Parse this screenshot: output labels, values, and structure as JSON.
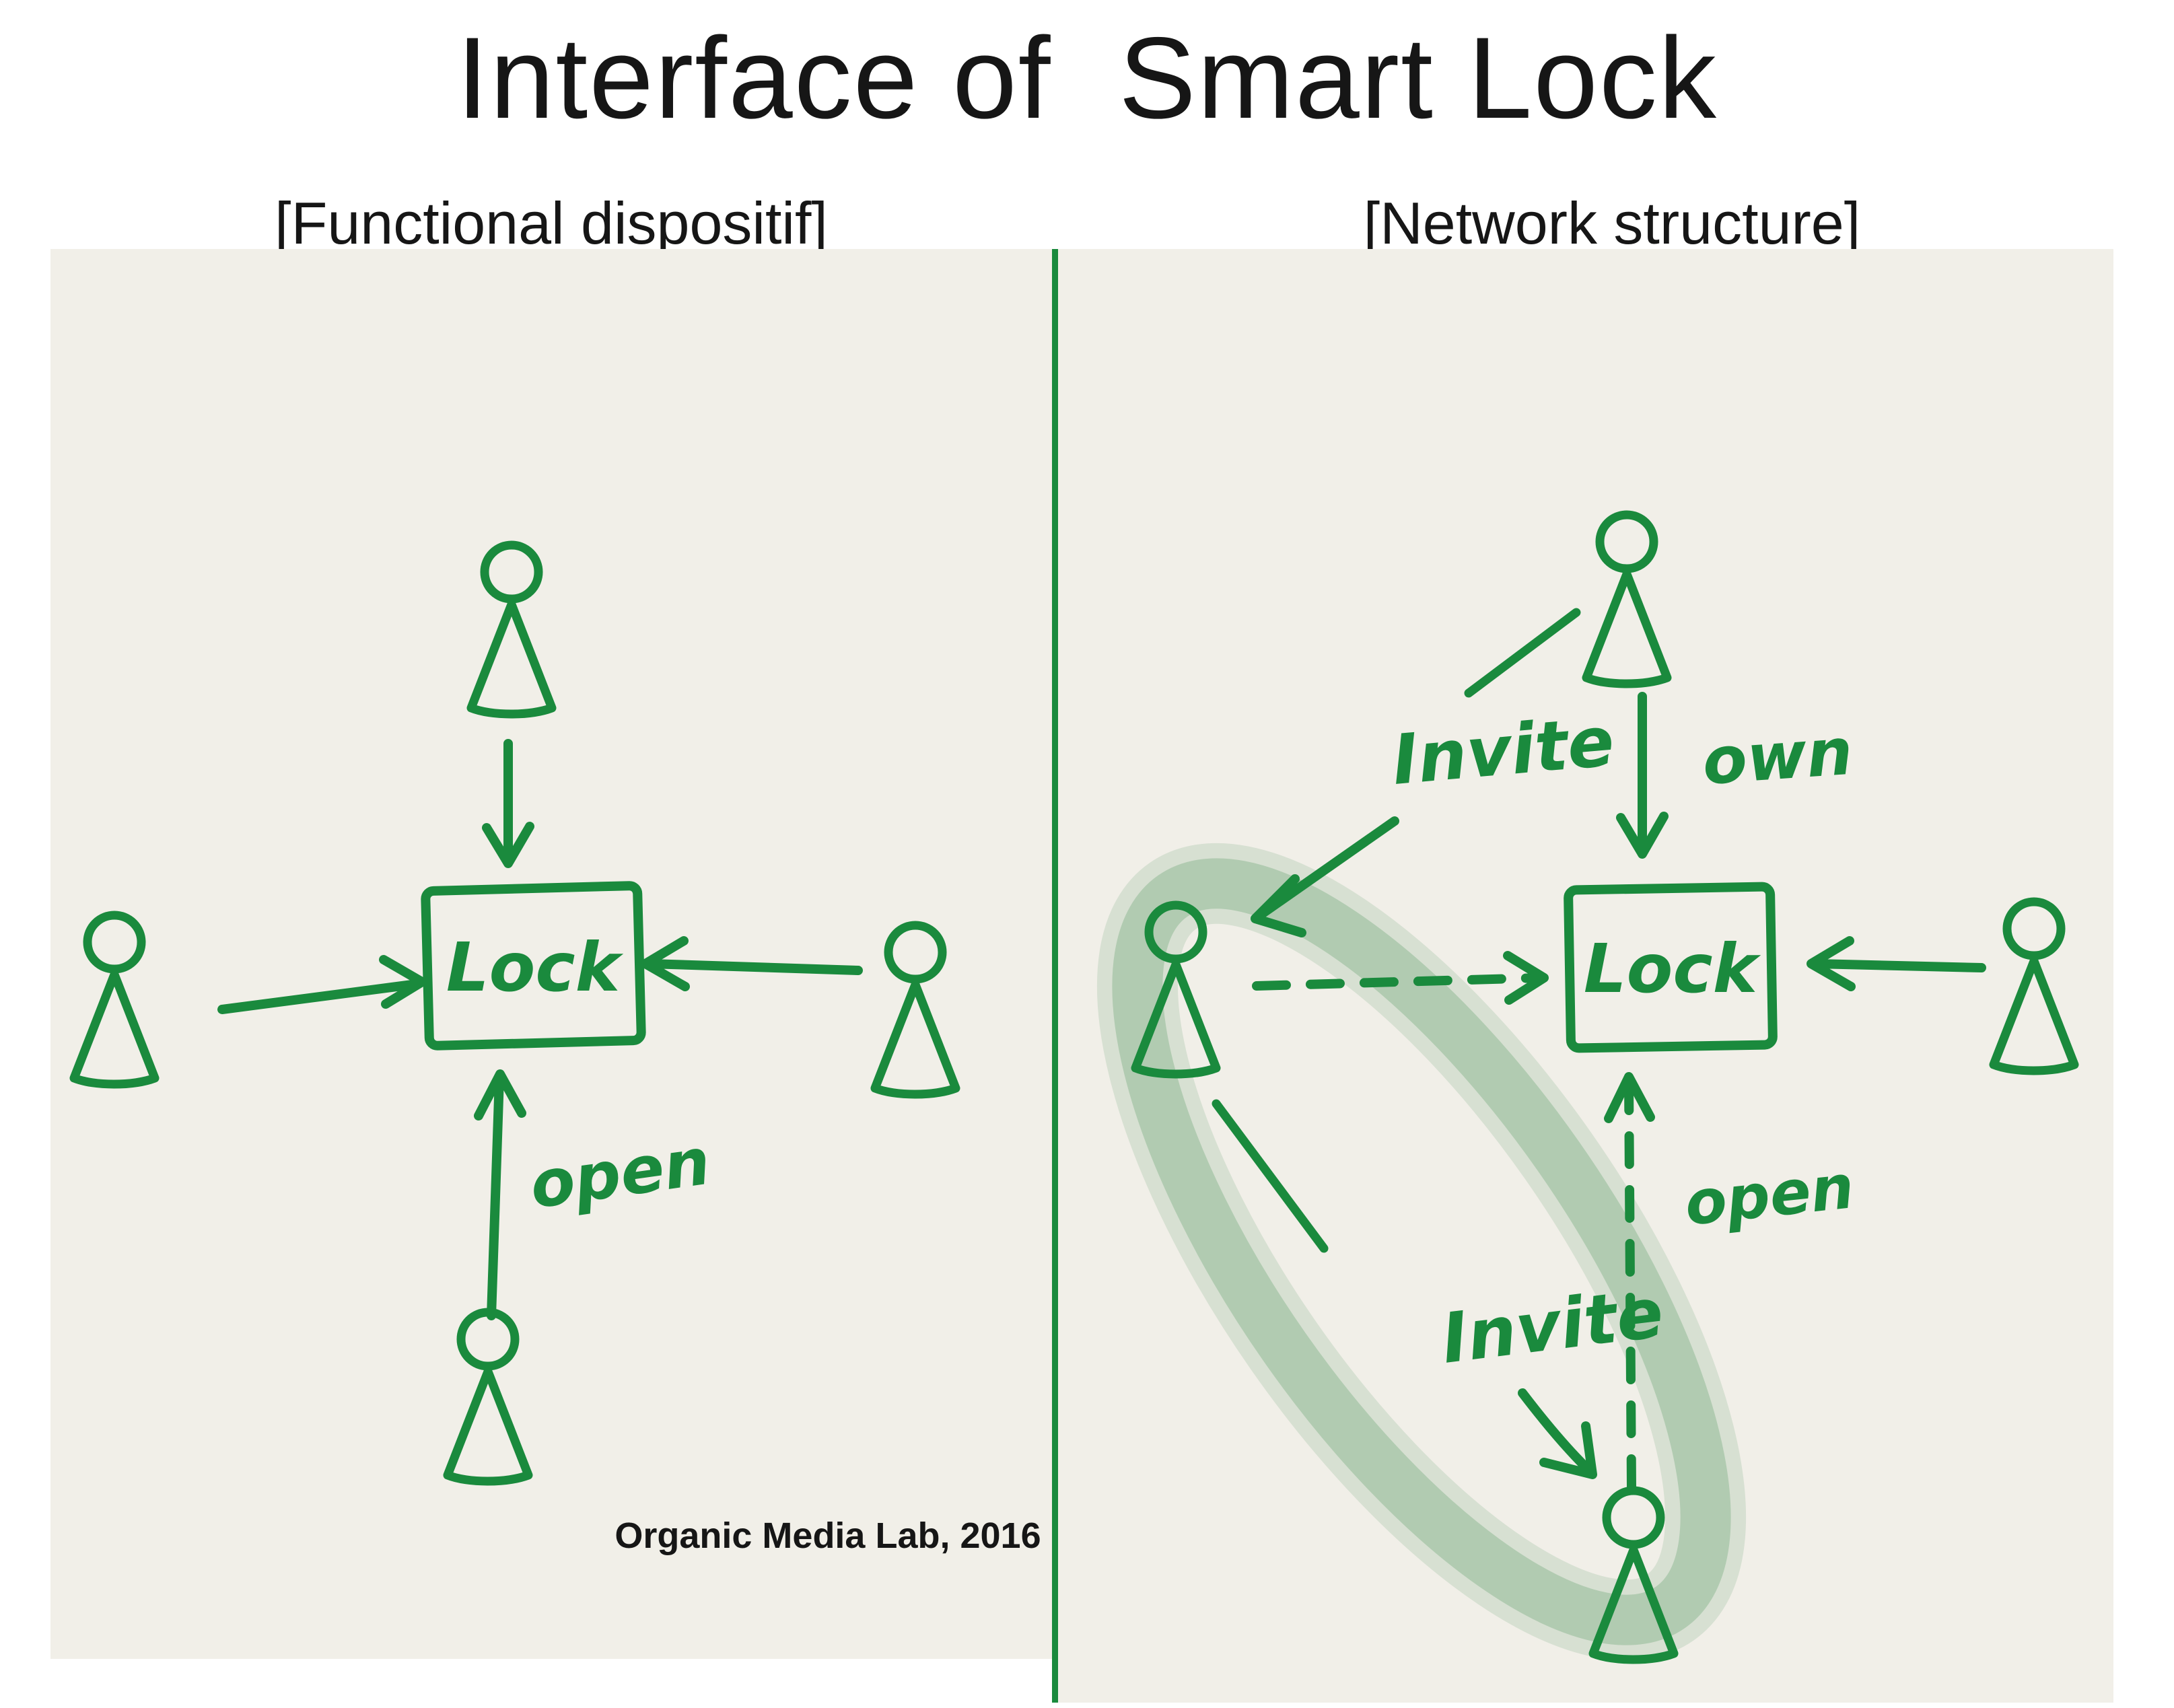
{
  "title": "Interface of  Smart Lock",
  "panels": {
    "left": {
      "heading": "[Functional dispositif]",
      "lock_label": "Lock",
      "open_label": "open",
      "credit": "Organic Media Lab, 2016"
    },
    "right": {
      "heading": "[Network structure]",
      "lock_label": "Lock",
      "own_label": "own",
      "invite_upper_label": "Invite",
      "invite_lower_label": "Invite",
      "open_label": "open"
    }
  },
  "icons": {
    "person": "stick-figure-person",
    "lock": "hand-drawn-lock-box",
    "highlight": "marker-highlight-ellipse"
  },
  "colors": {
    "ink": "#1a8a3d",
    "highlight": "#7bae83",
    "panel_background": "#f1efe8",
    "divider": "#1a8a3d",
    "title_text": "#161616"
  }
}
